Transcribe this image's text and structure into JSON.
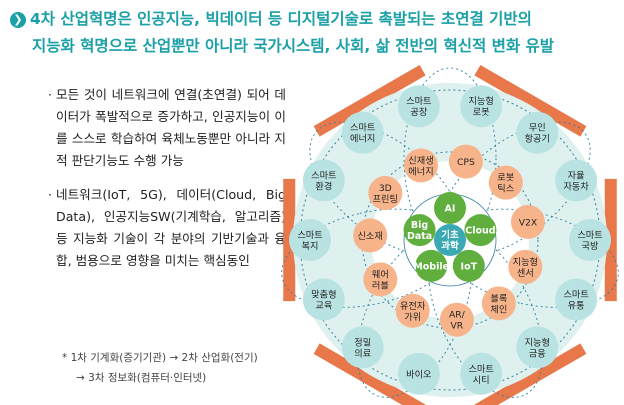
{
  "title": {
    "line1": "4차 산업혁명은 인공지능, 빅데이터 등 디지털기술로 촉발되는 초연결 기반의",
    "line2": "지능화 혁명으로 산업뿐만 아니라 국가시스템, 사회, 삶 전반의 혁신적 변화 유발"
  },
  "bullets": [
    {
      "marker": "·",
      "text": "모든 것이 네트워크에 연결(초연결) 되어 데이터가 폭발적으로 증가하고, 인공지능이 이를 스스로 학습하여 육체노동뿐만 아니라 지적 판단기능도 수행 가능"
    },
    {
      "marker": "·",
      "text": "네트워크(IoT, 5G), 데이터(Cloud, Big Data), 인공지능SW(기계학습, 알고리즘) 등 지능화 기술이 각 분야의 기반기술과 융합, 범용으로 영향을 미치는 핵심동인"
    }
  ],
  "footnote": {
    "line1": "* 1차 기계화(증기기관) → 2차 산업화(전기)",
    "line2": "→ 3차 정보화(컴퓨터·인터넷)"
  },
  "diagram": {
    "center": "기초\n과학",
    "core": [
      "AI",
      "Cloud",
      "IoT",
      "Mobile",
      "Big\nData"
    ],
    "middle": [
      "CPS",
      "로봇\n틱스",
      "V2X",
      "지능형\n센서",
      "블록\n체인",
      "AR/\nVR",
      "유전자\n가위",
      "웨어\n러블",
      "신소재",
      "3D\n프린팅",
      "신재생\n에너지"
    ],
    "outer": [
      "스마트\n공장",
      "지능형\n로봇",
      "무인\n항공기",
      "자율\n자동차",
      "스마트\n국방",
      "스마트\n유통",
      "지능형\n금융",
      "스마트\n시티",
      "바이오",
      "정밀\n의료",
      "맞춤형\n교육",
      "스마트\n복지",
      "스마트\n환경",
      "스마트\n에너지"
    ],
    "colors": {
      "hexagon": "#e8784a",
      "outer_fill": "#b9e3e2",
      "middle_fill": "#f7b48a",
      "core_fill": "#5fae3e",
      "center_fill": "#3aa9b4",
      "band": "#dff1ef",
      "dotted": "#2f7fa0"
    }
  }
}
